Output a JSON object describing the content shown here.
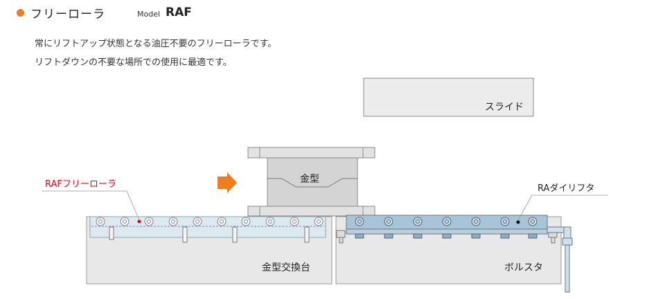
{
  "header": {
    "title": "フリーローラ",
    "model_label": "Model",
    "model_name": "RAF",
    "bullet_color": "#ee7d22"
  },
  "description": [
    "常にリフトアップ状態となる油圧不要のフリーローラです。",
    "リフトダウンの不要な場所での使用に最適です。"
  ],
  "diagram": {
    "slide_label": "スライド",
    "die_label": "金型",
    "raf_label": "RAFフリーローラ",
    "ra_lifter_label": "RAダイリフタ",
    "die_cart_label": "金型交換台",
    "bolster_label": "ボルスタ",
    "raf_label_color": "#e60012",
    "arrow_color": "#ee7d22",
    "roller_fill": "#dce9f1",
    "lifter_fill": "#a9c4d6"
  }
}
